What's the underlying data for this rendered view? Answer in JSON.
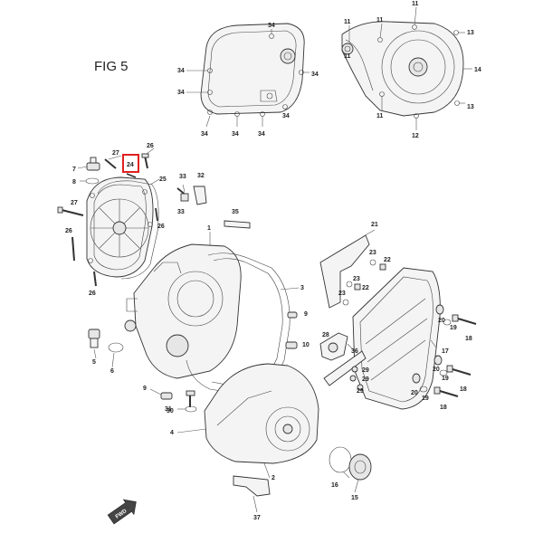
{
  "figure": {
    "title": "FIG 5"
  },
  "highlight": {
    "label": "24",
    "color": "#e02020"
  },
  "fwd": {
    "label": "FWD"
  },
  "labels": {
    "l1": "1",
    "l2": "2",
    "l3": "3",
    "l4": "4",
    "l5": "5",
    "l6": "6",
    "l7": "7",
    "l8": "8",
    "l9a": "9",
    "l9b": "9",
    "l10": "10",
    "l11a": "11",
    "l11b": "11",
    "l11c": "11",
    "l11d": "11",
    "l11e": "11",
    "l12": "12",
    "l13a": "13",
    "l13b": "13",
    "l14": "14",
    "l15": "15",
    "l16": "16",
    "l17": "17",
    "l18a": "18",
    "l18b": "18",
    "l18c": "18",
    "l19a": "19",
    "l19b": "19",
    "l19c": "19",
    "l20a": "20",
    "l20b": "20",
    "l20c": "20",
    "l21": "21",
    "l22a": "22",
    "l22b": "22",
    "l23a": "23",
    "l23b": "23",
    "l23c": "23",
    "l25": "25",
    "l26a": "26",
    "l26b": "26",
    "l26c": "26",
    "l26d": "26",
    "l27a": "27",
    "l27b": "27",
    "l28": "28",
    "l29a": "29",
    "l29b": "29",
    "l29c": "29",
    "l30": "30",
    "l31": "31",
    "l32": "32",
    "l33a": "33",
    "l33b": "33",
    "l34a": "34",
    "l34b": "34",
    "l34c": "34",
    "l34d": "34",
    "l34e": "34",
    "l34f": "34",
    "l34g": "34",
    "l34h": "34",
    "l35": "35",
    "l36": "36",
    "l37": "37"
  }
}
